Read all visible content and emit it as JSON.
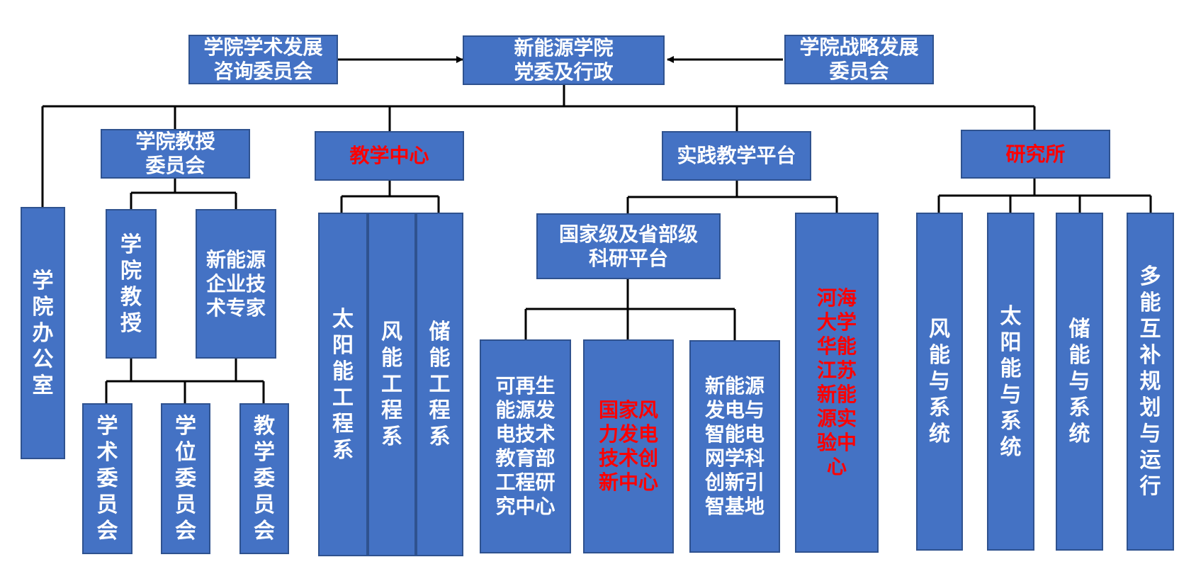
{
  "top": {
    "center": "新能源学院\n党委及行政",
    "left": "学院学术发展\n咨询委员会",
    "right": "学院战略发展\n委员会"
  },
  "office": "学\n院\n办\n公\n室",
  "professor_committee": {
    "title": "学院教授\n委员会",
    "professors": "学\n院\n教\n授",
    "experts": "新能源\n企业技\n术专家",
    "committees": [
      "学\n术\n委\n员\n会",
      "学\n位\n委\n员\n会",
      "教\n学\n委\n员\n会"
    ]
  },
  "teaching_center": {
    "title": "教学中心",
    "departments": [
      "太\n阳\n能\n工\n程\n系",
      "风\n能\n工\n程\n系",
      "储\n能\n工\n程\n系"
    ]
  },
  "practice_platform": {
    "title": "实践教学平台",
    "national": "国家级及省部级\n科研平台",
    "centers": [
      "可再生\n能源发\n电技术\n教育部\n工程研\n究中心",
      "国家风\n力发电\n技术创\n新中心",
      "新能源\n发电与\n智能电\n网学科\n创新引\n智基地"
    ],
    "lab": "河海\n大学\n华能\n江苏\n新能\n源实\n验中\n心"
  },
  "institute": {
    "title": "研究所",
    "subs": [
      "风\n能\n与\n系\n统",
      "太\n阳\n能\n与\n系\n统",
      "储\n能\n与\n系\n统",
      "多\n能\n互\n补\n规\n划\n与\n运\n行"
    ]
  },
  "colors": {
    "box_fill": "#4472C4",
    "box_border": "#2F528F",
    "line": "#000000",
    "highlight": "#FF0000"
  }
}
